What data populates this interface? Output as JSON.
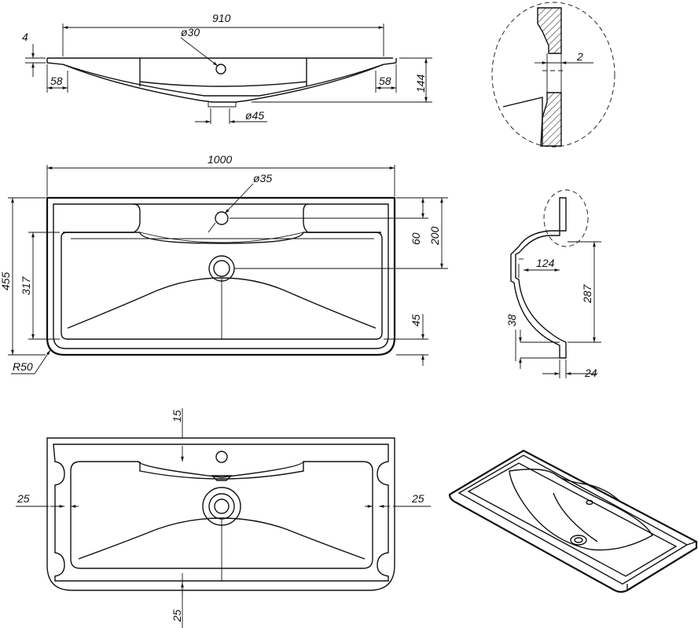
{
  "views": {
    "side": {
      "overall_width": "910",
      "rim_thickness": "4",
      "tap_hole": "ø30",
      "rim_left": "58",
      "rim_right": "58",
      "height": "144",
      "drain": "ø45"
    },
    "detail": {
      "wall": "2"
    },
    "top": {
      "width": "1000",
      "tap_hole": "ø35",
      "depth": "455",
      "bowl": "317",
      "tap_offset": "60",
      "back_depth": "200",
      "front_offset": "45",
      "corner_radius": "R50"
    },
    "section": {
      "drain_offset": "124",
      "bowl_height": "287",
      "base": "38",
      "rim": "24"
    },
    "underside": {
      "back": "15",
      "left": "25",
      "right": "25",
      "front": "25"
    }
  }
}
